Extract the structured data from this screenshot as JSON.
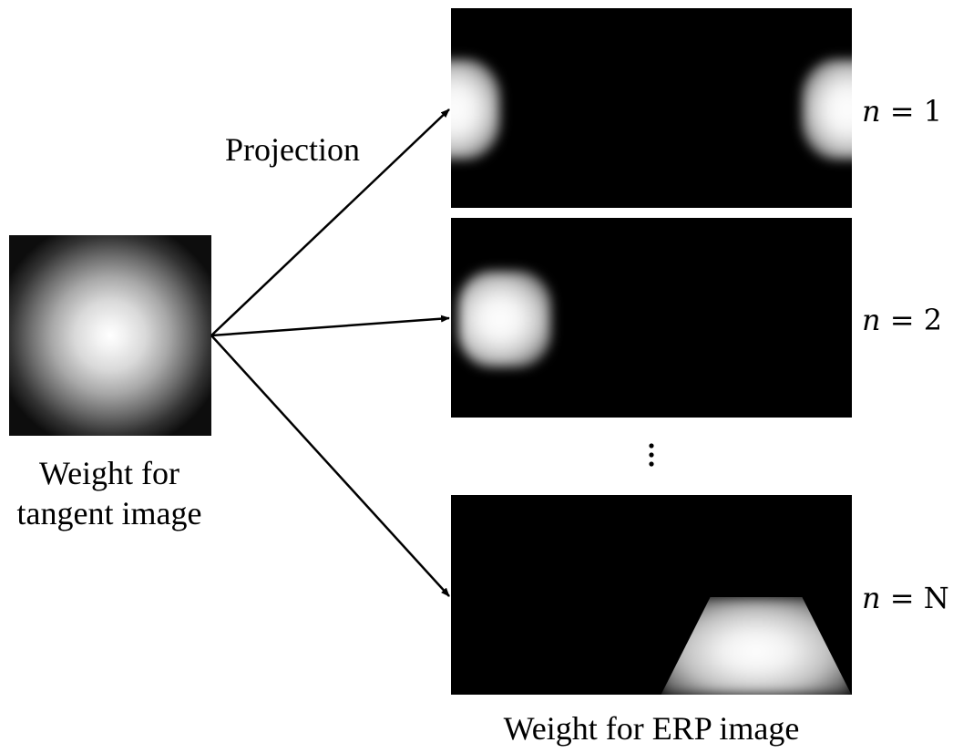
{
  "left": {
    "caption_line1": "Weight for",
    "caption_line2": "tangent image"
  },
  "projection_label": "Projection",
  "panels": [
    {
      "var": "n",
      "eq": " = 1"
    },
    {
      "var": "n",
      "eq": " = 2"
    },
    {
      "var": "n",
      "eq": " = N"
    }
  ],
  "ellipsis": "⋮",
  "right_caption": "Weight for ERP image",
  "colors": {
    "panel_background": "#000000",
    "weight_peak": "#ffffff",
    "arrow": "#000000"
  }
}
